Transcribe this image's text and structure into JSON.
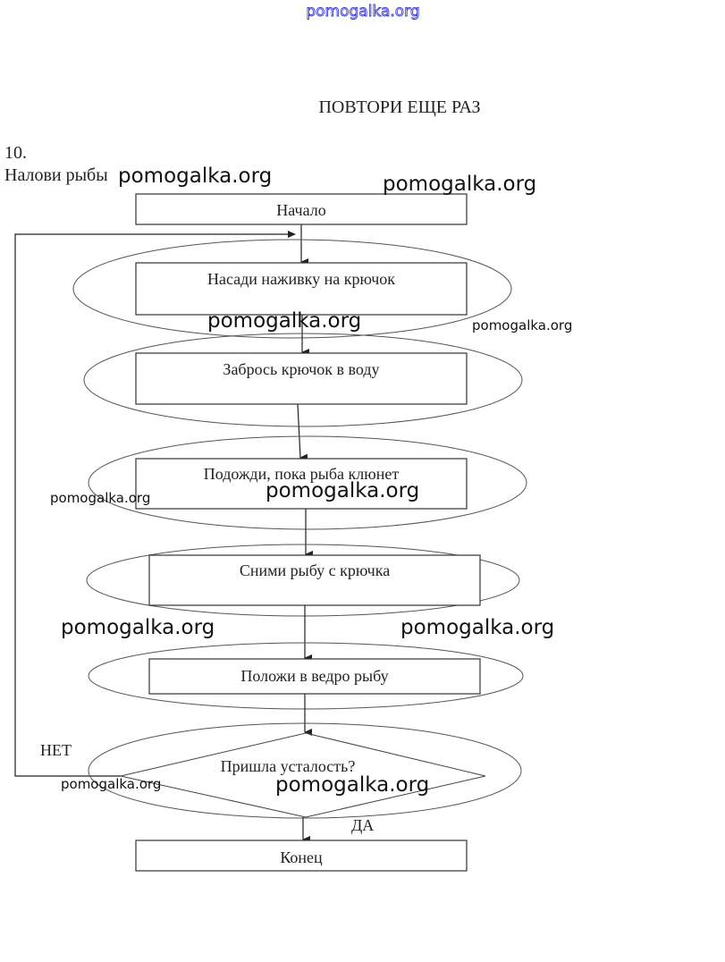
{
  "header": {
    "site_watermark": "pomogalka.org",
    "heading": "ПОВТОРИ ЕЩЕ РАЗ",
    "task_number": "10.",
    "task_title": "Налови рыбы"
  },
  "flowchart": {
    "start": "Начало",
    "steps": [
      "Насади наживку на крючок",
      "Забрось крючок в воду",
      "Подожди, пока рыба клюнет",
      "Сними рыбу с крючка",
      "Положи в ведро рыбу"
    ],
    "decision": "Пришла усталость?",
    "no_label": "НЕТ",
    "yes_label": "ДА",
    "end": "Конец"
  },
  "watermarks": {
    "text": "pomogalka.org"
  }
}
